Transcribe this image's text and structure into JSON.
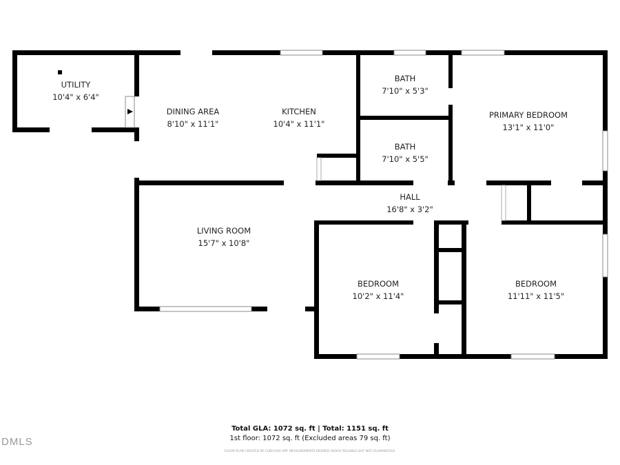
{
  "rooms": [
    {
      "name": "UTILITY",
      "size": "10'4\" x 6'4\""
    },
    {
      "name": "DINING AREA",
      "size": "8'10\" x 11'1\""
    },
    {
      "name": "KITCHEN",
      "size": "10'4\" x 11'1\""
    },
    {
      "name": "BATH",
      "size": "7'10\" x 5'3\""
    },
    {
      "name": "BATH",
      "size": "7'10\" x 5'5\""
    },
    {
      "name": "PRIMARY BEDROOM",
      "size": "13'1\" x 11'0\""
    },
    {
      "name": "HALL",
      "size": "16'8\" x 3'2\""
    },
    {
      "name": "LIVING ROOM",
      "size": "15'7\" x 10'8\""
    },
    {
      "name": "BEDROOM",
      "size": "10'2\" x 11'4\""
    },
    {
      "name": "BEDROOM",
      "size": "11'11\" x 11'5\""
    }
  ],
  "footer": {
    "totals": "Total GLA: 1072 sq. ft | Total: 1151 sq. ft",
    "floor": "1st floor: 1072 sq. ft (Excluded areas 79 sq. ft)",
    "disclaimer": "FLOOR PLAN CREATED BY CUBICASA APP. MEASUREMENTS DEEMED HIGHLY RELIABLE BUT NOT GUARANTEED."
  },
  "watermark": "DMLS"
}
